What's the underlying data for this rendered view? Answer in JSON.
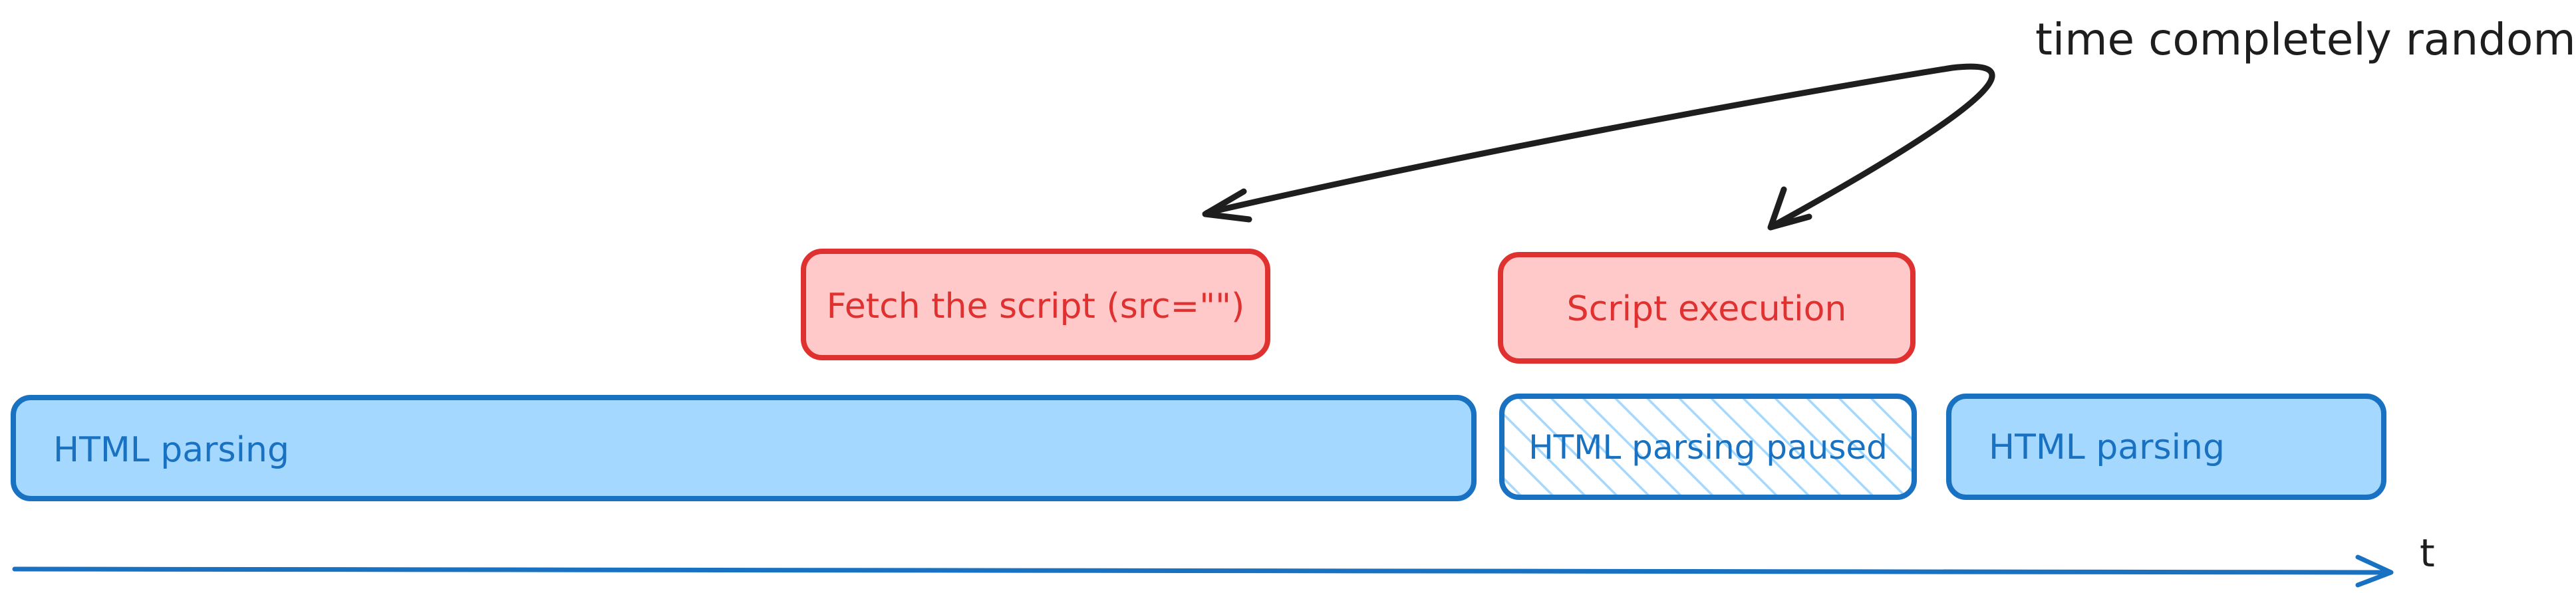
{
  "annotation": {
    "text": "time completely random"
  },
  "fetch_script": {
    "label": "Fetch the script (src=\"\")"
  },
  "script_execution": {
    "label": "Script execution"
  },
  "html_parsing_1": {
    "label": "HTML parsing"
  },
  "html_parsing_paused": {
    "label": "HTML parsing paused"
  },
  "html_parsing_2": {
    "label": "HTML parsing"
  },
  "time_axis": {
    "label": "t"
  },
  "colors": {
    "blue_fill": "#a5d8ff",
    "blue_stroke": "#1971c2",
    "red_fill": "#ffc9c9",
    "red_stroke": "#e03131",
    "ink": "#1e1e1e"
  }
}
